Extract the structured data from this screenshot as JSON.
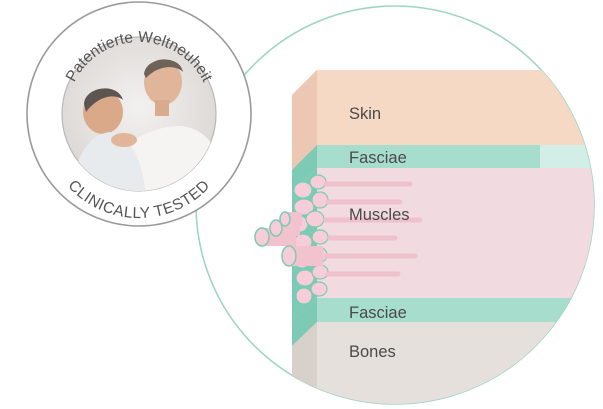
{
  "badge": {
    "top_text": "Patentierte Weltneuheit",
    "bottom_text": "CLINICALLY TESTED",
    "photo_icon": "doctor-examining-patient-photo"
  },
  "layers": [
    {
      "label": "Skin",
      "color": "#f5d9c5"
    },
    {
      "label": "Fasciae",
      "color": "#a7ddcc"
    },
    {
      "label": "Muscles",
      "color": "#f2dbe0"
    },
    {
      "label": "Fasciae",
      "color": "#a7ddcc"
    },
    {
      "label": "Bones",
      "color": "#e5e0db"
    }
  ],
  "colors": {
    "circle_stroke": "#9fd6c3",
    "badge_ring": "#9a9a9a",
    "fascia_side": "#7dcbb4",
    "muscle_fiber": "#f4c6d2"
  }
}
